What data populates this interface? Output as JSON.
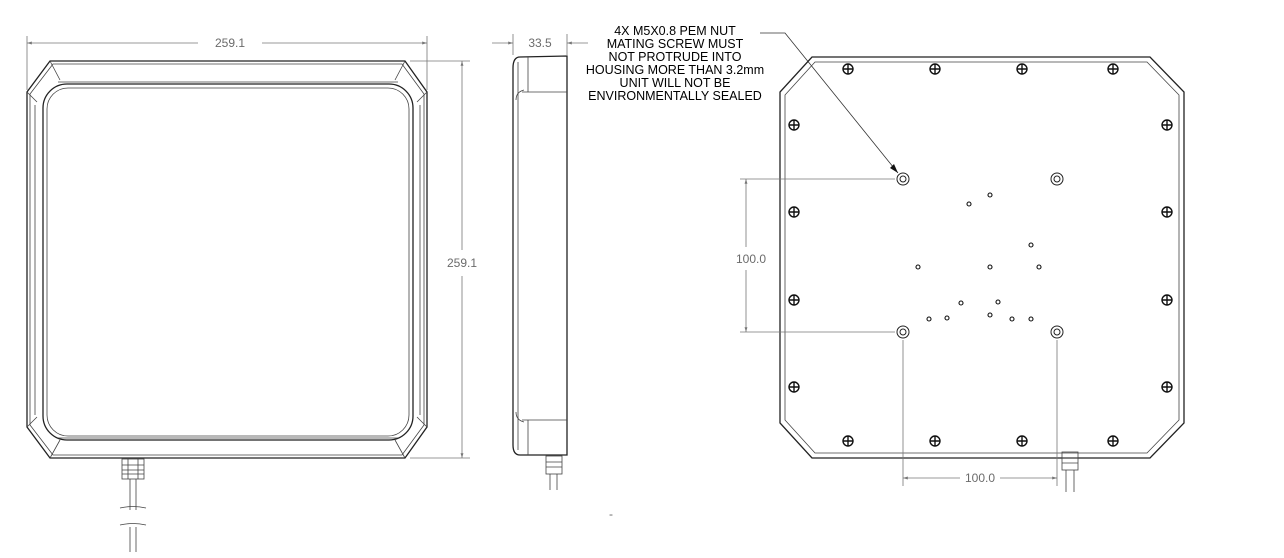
{
  "dimensions": {
    "front_width": "259.1",
    "front_height": "259.1",
    "side_depth": "33.5",
    "mount_vertical": "100.0",
    "mount_horizontal": "100.0"
  },
  "note": {
    "lines": [
      "4X M5X0.8 PEM NUT",
      "MATING SCREW MUST",
      "NOT PROTRUDE INTO",
      "HOUSING MORE THAN 3.2mm",
      "UNIT WILL NOT BE",
      "ENVIRONMENTALLY SEALED"
    ]
  }
}
